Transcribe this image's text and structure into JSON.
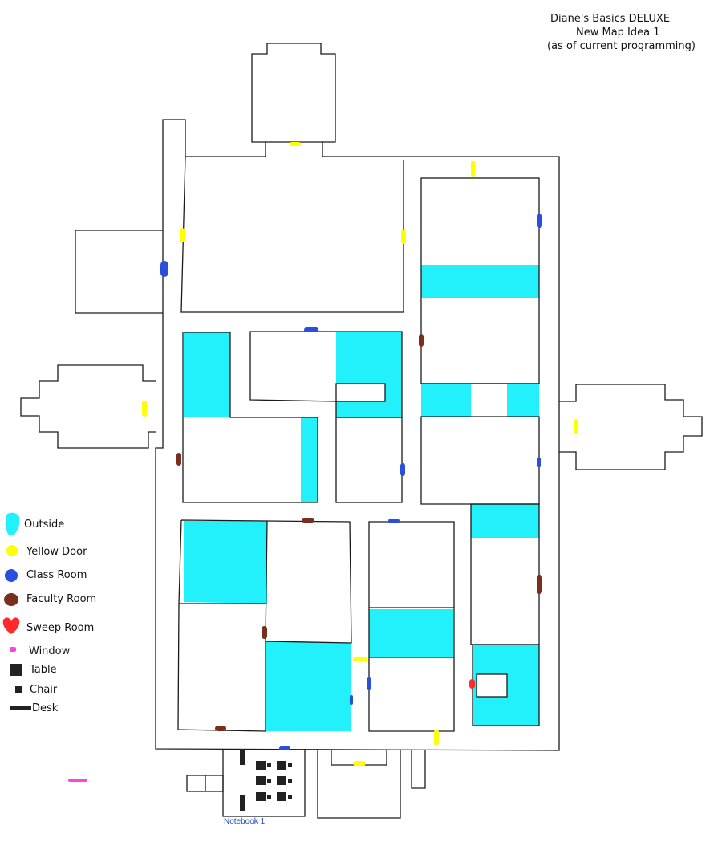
{
  "title": {
    "line1": "Diane's Basics DELUXE",
    "line2": "New Map Idea 1",
    "line3": "(as of current programming)"
  },
  "legend": [
    {
      "key": "outside",
      "label": "Outside",
      "color": "#22f0fa",
      "symbol": "blob"
    },
    {
      "key": "yellow_door",
      "label": "Yellow Door",
      "color": "#ffff00",
      "symbol": "dot"
    },
    {
      "key": "class_room",
      "label": "Class Room",
      "color": "#2a4fdc",
      "symbol": "dot"
    },
    {
      "key": "faculty_room",
      "label": "Faculty Room",
      "color": "#7a2e1c",
      "symbol": "dot"
    },
    {
      "key": "sweep_room",
      "label": "Sweep Room",
      "color": "#ff2a2a",
      "symbol": "dot"
    },
    {
      "key": "window",
      "label": "Window",
      "color": "#ff44dd",
      "symbol": "dash"
    },
    {
      "key": "table",
      "label": "Table",
      "color": "#222222",
      "symbol": "square"
    },
    {
      "key": "chair",
      "label": "Chair",
      "color": "#222222",
      "symbol": "small-square"
    },
    {
      "key": "desk",
      "label": "Desk",
      "color": "#222222",
      "symbol": "bar"
    }
  ],
  "notebook_label": "Notebook 1",
  "colors": {
    "wall": "#1a1a1a",
    "outside": "#22f0fa",
    "yellow_door": "#ffff00",
    "class_door": "#2a4fdc",
    "faculty_door": "#7a2e1c",
    "sweep_door": "#ff2a2a",
    "window": "#ff44dd",
    "furniture": "#222222"
  }
}
